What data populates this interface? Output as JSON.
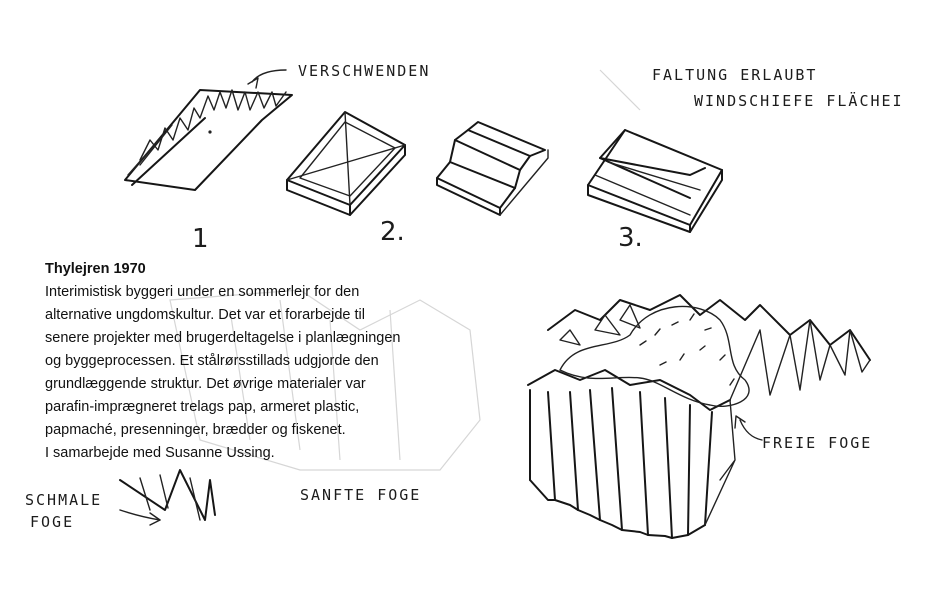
{
  "caption": {
    "title": "Thylejren 1970",
    "lines": [
      "Interimistisk byggeri under en sommerlejr for den",
      "alternative ungdomskultur. Det var et forarbejde til",
      "senere projekter med brugerdeltagelse i planlægningen",
      "og byggeprocessen. Et stålrørsstillads udgjorde den",
      "grundlæggende struktur. Det øvrige materialer var",
      "parafin-imprægneret trelags pap, armeret plastic,",
      "papmaché, presenninger, brædder og fiskenet.",
      "I samarbejde med Susanne Ussing."
    ]
  },
  "sketch_labels": {
    "verschwenden": "VERSCHWENDEN",
    "faltung_line1": "FALTUNG ERLAUBT",
    "faltung_line2": "WINDSCHIEFE FLÄCHEI",
    "num1": "1",
    "num2": "2.",
    "num3": "3.",
    "schmale_line1": "SCHMALE",
    "schmale_line2": "FOGE",
    "sanfte": "SANFTE FOGE",
    "freie": "FREIE FOGE"
  }
}
